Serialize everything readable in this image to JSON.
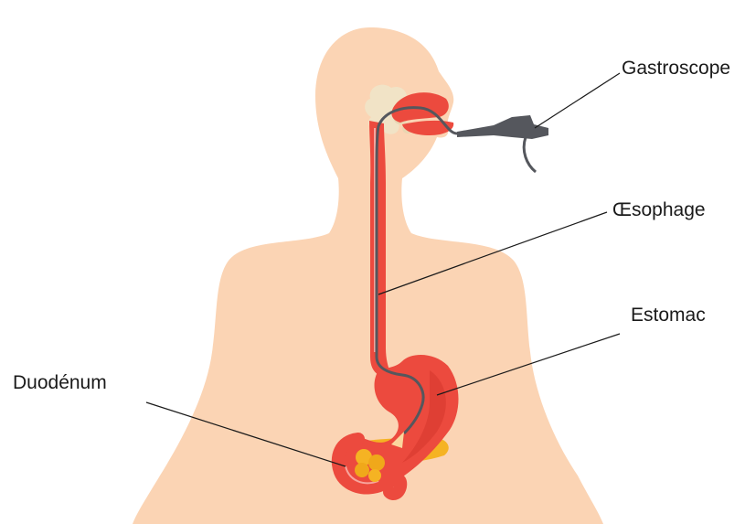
{
  "labels": {
    "gastroscope": "Gastroscope",
    "oesophage": "Œsophage",
    "estomac": "Estomac",
    "duodenum": "Duodénum"
  },
  "colors": {
    "skin": "#fbd4b4",
    "organ_red": "#ec4a3e",
    "organ_dark": "#b8281f",
    "pancreas": "#f5b323",
    "scope_gray": "#55575d",
    "leader_line": "#1a1a1a"
  }
}
